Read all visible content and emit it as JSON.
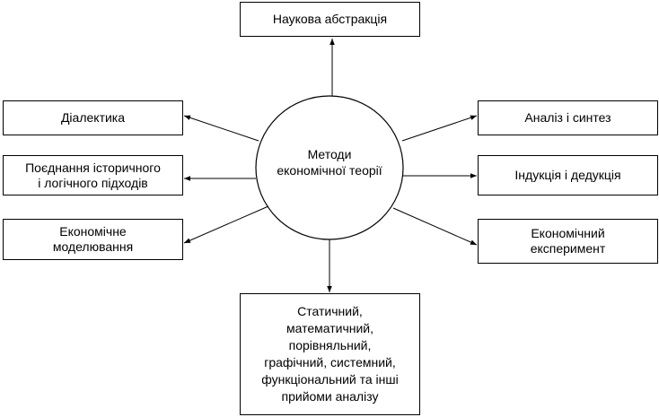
{
  "center": {
    "label": "Методи\nекономічної теорії"
  },
  "nodes": {
    "top": "Наукова абстракція",
    "left_1": "Діалектика",
    "left_2": "Поєднання історичного\nі логічного підходів",
    "left_3": "Економічне\nмоделювання",
    "right_1": "Аналіз і синтез",
    "right_2": "Індукція і дедукція",
    "right_3": "Економічний\nексперимент",
    "bottom": "Статичний,\nматематичний,\nпорівняльний,\nграфічний, системний,\nфункціональний та інші\nприйоми аналізу"
  },
  "colors": {
    "stroke": "#000000",
    "background": "#ffffff"
  }
}
